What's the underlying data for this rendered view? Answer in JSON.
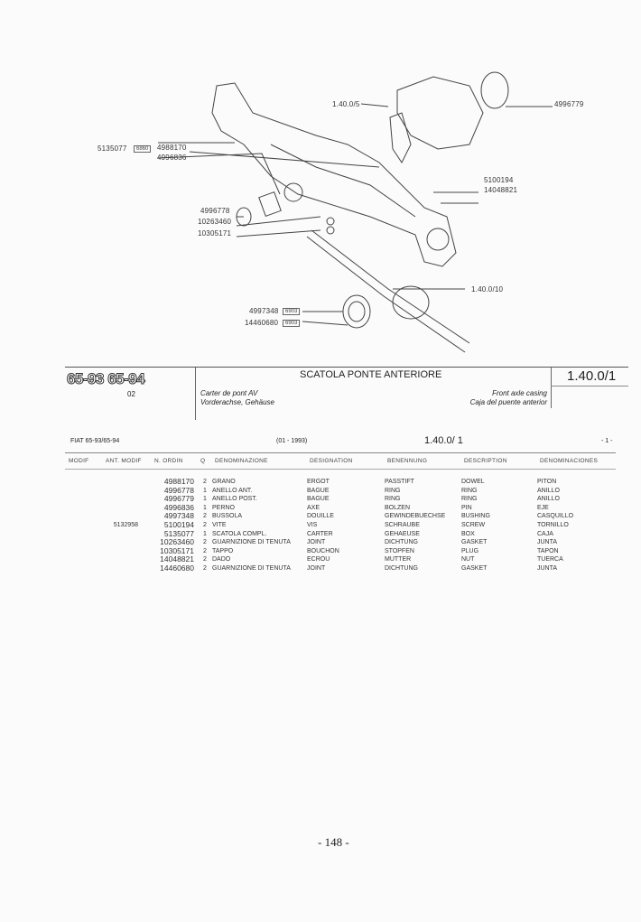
{
  "diagram": {
    "labels": {
      "ref_top": "1.40.0/5",
      "p4996779": "4996779",
      "p5135077": "5135077",
      "p4988170": "4988170",
      "p4996836": "4996836",
      "p4996778": "4996778",
      "p10263460": "10263460",
      "p10305171": "10305171",
      "p5100194": "5100194",
      "p14048821": "14048821",
      "ref_shaft": "1.40.0/10",
      "p4997348": "4997348",
      "p14460680": "14460680"
    },
    "boxes": {
      "b6860": "6860",
      "b6903a": "6903",
      "b6903b": "6903"
    }
  },
  "header": {
    "models": "65-93  65-94",
    "code": "02",
    "title": "SCATOLA PONTE ANTERIORE",
    "fr": "Carter de pont AV",
    "de": "Vorderachse, Gehäuse",
    "en": "Front axle casing",
    "es": "Caja del puente anterior",
    "ref": "1.40.0/1"
  },
  "subheader": {
    "model": "FIAT 65-93/65-94",
    "date": "(01 - 1993)",
    "ref": "1.40.0/ 1",
    "page": "- 1 -"
  },
  "columns": [
    "MODIF",
    "ANT. MODIF",
    "N. ORDIN",
    "Q",
    "DENOMINAZIONE",
    "DESIGNATION",
    "BENENNUNG",
    "DESCRIPTION",
    "DENOMINACIONES"
  ],
  "rows": [
    [
      "",
      "",
      "4988170",
      "2",
      "GRANO",
      "ERGOT",
      "PASSTIFT",
      "DOWEL",
      "PITON"
    ],
    [
      "",
      "",
      "4996778",
      "1",
      "ANELLO ANT.",
      "BAGUE",
      "RING",
      "RING",
      "ANILLO"
    ],
    [
      "",
      "",
      "4996779",
      "1",
      "ANELLO POST.",
      "BAGUE",
      "RING",
      "RING",
      "ANILLO"
    ],
    [
      "",
      "",
      "4996836",
      "1",
      "PERNO",
      "AXE",
      "BOLZEN",
      "PIN",
      "EJE"
    ],
    [
      "",
      "",
      "4997348",
      "2",
      "BUSSOLA",
      "DOUILLE",
      "GEWINDEBUECHSE",
      "BUSHING",
      "CASQUILLO"
    ],
    [
      "",
      "5132958",
      "5100194",
      "2",
      "VITE",
      "VIS",
      "SCHRAUBE",
      "SCREW",
      "TORNILLO"
    ],
    [
      "",
      "",
      "5135077",
      "1",
      "SCATOLA COMPL.",
      "CARTER",
      "GEHAEUSE",
      "BOX",
      "CAJA"
    ],
    [
      "",
      "",
      "10263460",
      "2",
      "GUARNIZIONE DI TENUTA",
      "JOINT",
      "DICHTUNG",
      "GASKET",
      "JUNTA"
    ],
    [
      "",
      "",
      "10305171",
      "2",
      "TAPPO",
      "BOUCHON",
      "STOPFEN",
      "PLUG",
      "TAPON"
    ],
    [
      "",
      "",
      "14048821",
      "2",
      "DADO",
      "ECROU",
      "MUTTER",
      "NUT",
      "TUERCA"
    ],
    [
      "",
      "",
      "14460680",
      "2",
      "GUARNIZIONE DI TENUTA",
      "JOINT",
      "DICHTUNG",
      "GASKET",
      "JUNTA"
    ]
  ],
  "footer": {
    "page_number": "- 148 -"
  }
}
